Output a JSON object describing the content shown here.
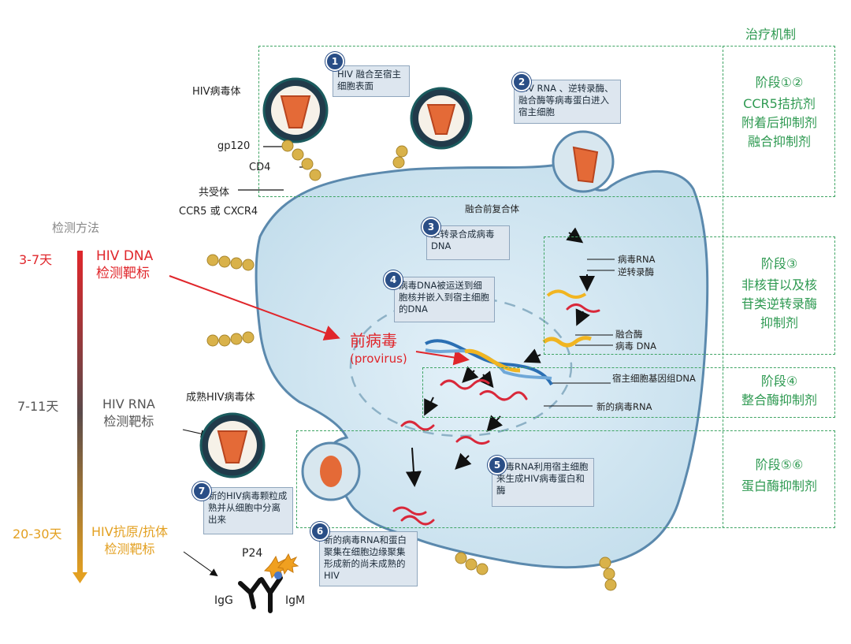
{
  "mechanism_header": "治疗机制",
  "detection_header": "检测方法",
  "stages": [
    {
      "title": "阶段①②",
      "lines": [
        "CCR5拮抗剂",
        "附着后抑制剂",
        "融合抑制剂"
      ]
    },
    {
      "title": "阶段③",
      "lines": [
        "非核苷以及核",
        "苷类逆转录酶",
        "抑制剂"
      ]
    },
    {
      "title": "阶段④",
      "lines": [
        "整合酶抑制剂"
      ]
    },
    {
      "title": "阶段⑤⑥",
      "lines": [
        "蛋白酶抑制剂"
      ]
    }
  ],
  "steps": [
    {
      "num": "1",
      "text": "HIV 融合至宿主细胞表面"
    },
    {
      "num": "2",
      "text": "HIV RNA 、逆转录酶、融合酶等病毒蛋白进入宿主细胞"
    },
    {
      "num": "3",
      "text": "逆转录合成病毒DNA"
    },
    {
      "num": "4",
      "text": "病毒DNA被运送到细胞核并嵌入到宿主细胞的DNA"
    },
    {
      "num": "5",
      "text": "病毒RNA利用宿主细胞来生成HIV病毒蛋白和酶"
    },
    {
      "num": "6",
      "text": "新的病毒RNA和蛋白聚集在细胞边缘聚集形成新的尚未成熟的HIV"
    },
    {
      "num": "7",
      "text": "新的HIV病毒颗粒成熟并从细胞中分离出来"
    }
  ],
  "labels": {
    "hiv_virion": "HIV病毒体",
    "gp120": "gp120",
    "cd4": "CD4",
    "coreceptor": "共受体",
    "coreceptor_types": "CCR5  或 CXCR4",
    "preintegration": "融合前复合体",
    "viral_rna": "病毒RNA",
    "reverse_transcriptase": "逆转录酶",
    "integrase": "融合酶",
    "viral_dna": "病毒 DNA",
    "host_dna": "宿主细胞基因组DNA",
    "new_viral_rna": "新的病毒RNA",
    "mature_virion": "成熟HIV病毒体",
    "provirus": "前病毒",
    "provirus_en": "(provirus)",
    "p24": "P24",
    "igg": "IgG",
    "igm": "IgM"
  },
  "timeline": [
    {
      "days": "3-7天",
      "target_line1": "HIV DNA",
      "target_line2": "检测靶标",
      "color": "#e0262b"
    },
    {
      "days": "7-11天",
      "target_line1": "HIV RNA",
      "target_line2": "检测靶标",
      "color": "#555555"
    },
    {
      "days": "20-30天",
      "target_line1": "HIV抗原/抗体",
      "target_line2": "检测靶标",
      "color": "#e3a021"
    }
  ]
}
